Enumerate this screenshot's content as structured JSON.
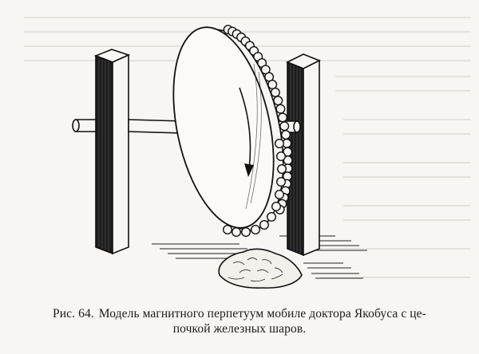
{
  "caption": {
    "label": "Рис. 64.",
    "line1": "Модель магнитного перпетуум мобиле доктора Якобуса с це-",
    "line2": "почкой железных шаров."
  }
}
